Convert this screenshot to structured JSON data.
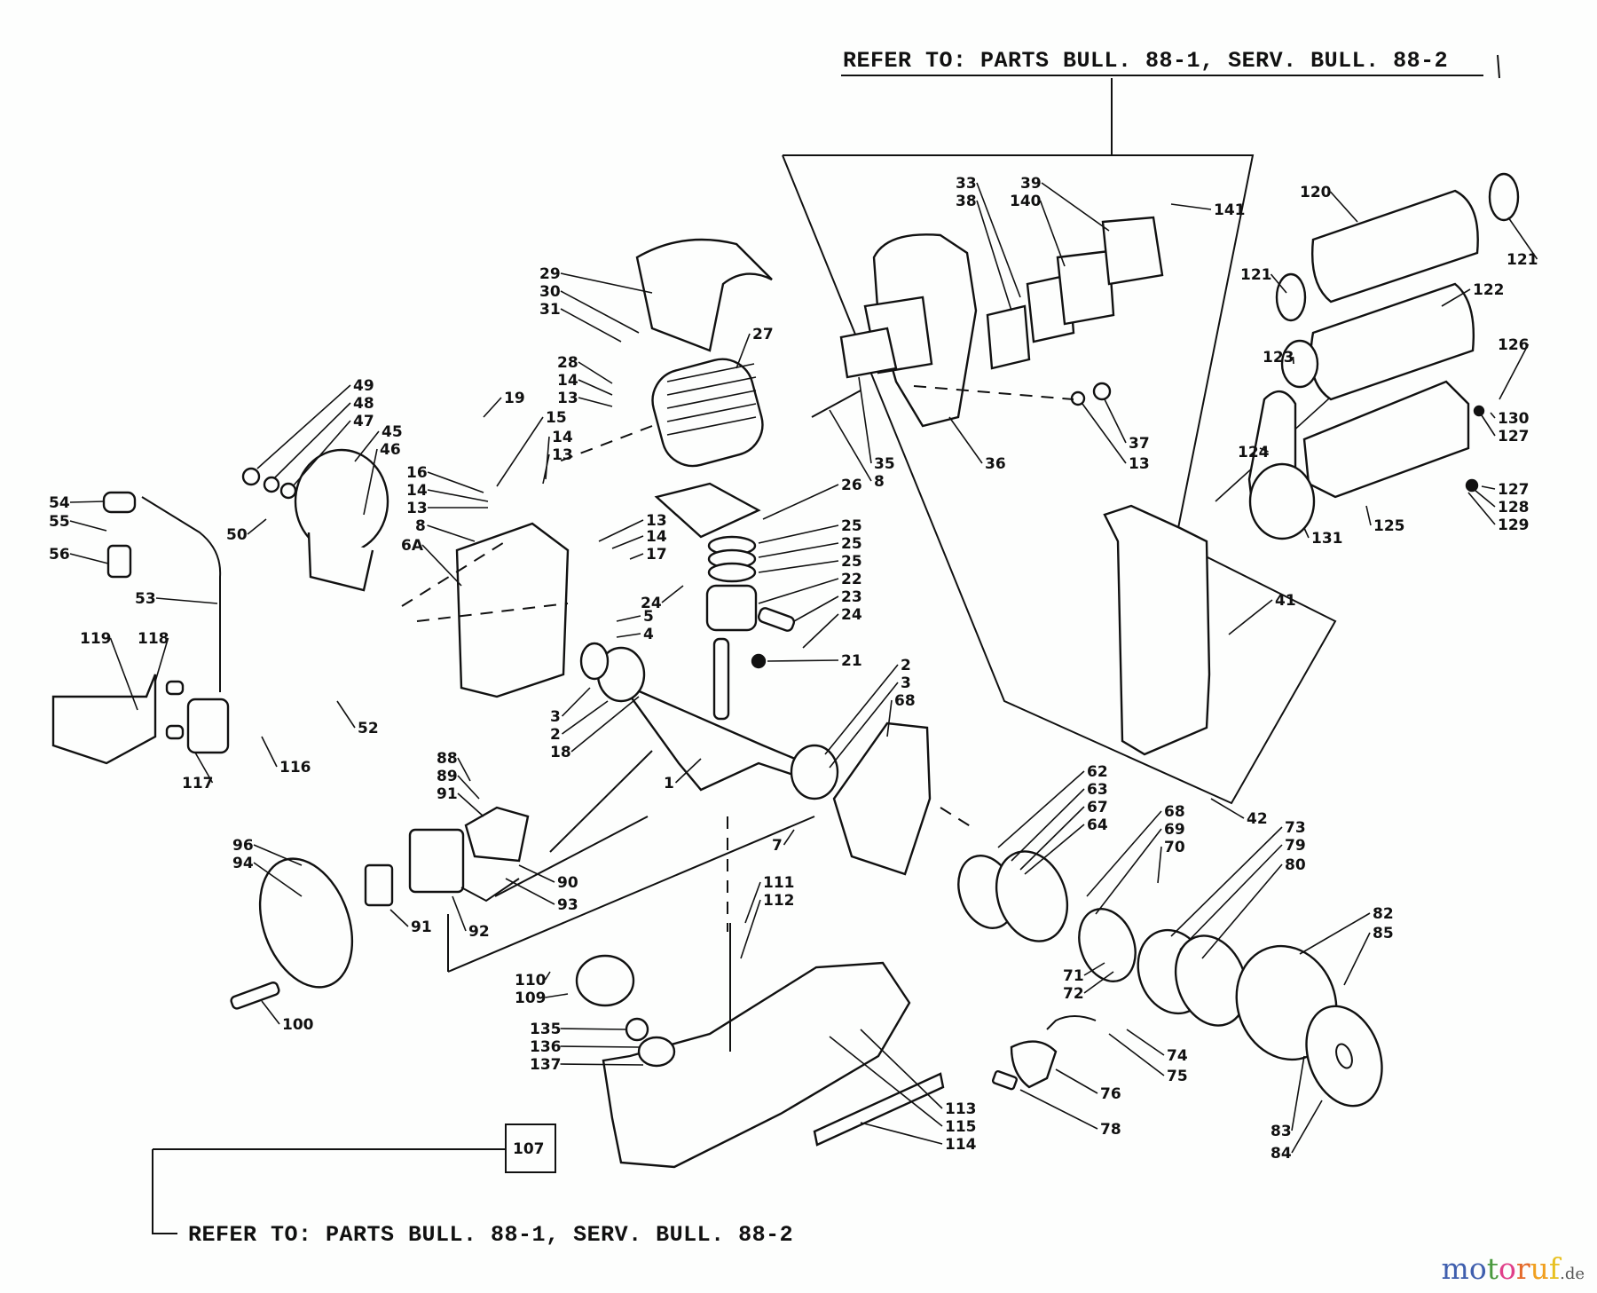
{
  "diagram": {
    "title_reference_top": "REFER TO: PARTS BULL. 88-1, SERV. BULL. 88-2",
    "title_reference_bottom": "REFER TO: PARTS BULL. 88-1, SERV. BULL. 88-2",
    "boxed_part": "107",
    "part_labels": {
      "p1": "1",
      "p2a": "2",
      "p2b": "2",
      "p3a": "3",
      "p3b": "3",
      "p4": "4",
      "p5": "5",
      "p6a": "6A",
      "p7": "7",
      "p8a": "8",
      "p8b": "8",
      "p13a": "13",
      "p13b": "13",
      "p13c": "13",
      "p13d": "13",
      "p13e": "13",
      "p14a": "14",
      "p14b": "14",
      "p14c": "14",
      "p14d": "14",
      "p15": "15",
      "p16": "16",
      "p17": "17",
      "p18": "18",
      "p19": "19",
      "p21": "21",
      "p22": "22",
      "p23": "23",
      "p24a": "24",
      "p24b": "24",
      "p25a": "25",
      "p25b": "25",
      "p25c": "25",
      "p26": "26",
      "p27": "27",
      "p28": "28",
      "p29": "29",
      "p30": "30",
      "p31": "31",
      "p33": "33",
      "p35": "35",
      "p36": "36",
      "p37": "37",
      "p38": "38",
      "p39": "39",
      "p41": "41",
      "p42": "42",
      "p45": "45",
      "p46": "46",
      "p47": "47",
      "p48": "48",
      "p49": "49",
      "p50": "50",
      "p52": "52",
      "p53": "53",
      "p54": "54",
      "p55": "55",
      "p56": "56",
      "p62": "62",
      "p63": "63",
      "p64": "64",
      "p67": "67",
      "p68a": "68",
      "p68b": "68",
      "p69": "69",
      "p70": "70",
      "p71": "71",
      "p72": "72",
      "p73": "73",
      "p74": "74",
      "p75": "75",
      "p76": "76",
      "p78": "78",
      "p79": "79",
      "p80": "80",
      "p82": "82",
      "p83": "83",
      "p84": "84",
      "p85": "85",
      "p88": "88",
      "p89": "89",
      "p90": "90",
      "p91a": "91",
      "p91b": "91",
      "p92": "92",
      "p93": "93",
      "p94": "94",
      "p96": "96",
      "p100": "100",
      "p109": "109",
      "p110": "110",
      "p111": "111",
      "p112": "112",
      "p113": "113",
      "p114": "114",
      "p115": "115",
      "p116": "116",
      "p117": "117",
      "p118": "118",
      "p119": "119",
      "p120": "120",
      "p121a": "121",
      "p121b": "121",
      "p122": "122",
      "p123": "123",
      "p124": "124",
      "p125": "125",
      "p126": "126",
      "p127a": "127",
      "p127b": "127",
      "p128": "128",
      "p129": "129",
      "p130": "130",
      "p131": "131",
      "p135": "135",
      "p136": "136",
      "p137": "137",
      "p140": "140",
      "p141": "141"
    }
  },
  "watermark": {
    "letters": [
      {
        "ch": "m",
        "color": "#3f5fae"
      },
      {
        "ch": "o",
        "color": "#3f5fae"
      },
      {
        "ch": "t",
        "color": "#4a9a3e"
      },
      {
        "ch": "o",
        "color": "#e0408a"
      },
      {
        "ch": "r",
        "color": "#e46a2a"
      },
      {
        "ch": "u",
        "color": "#f0a020"
      },
      {
        "ch": "f",
        "color": "#e8c020"
      }
    ],
    "tld": ".de"
  }
}
